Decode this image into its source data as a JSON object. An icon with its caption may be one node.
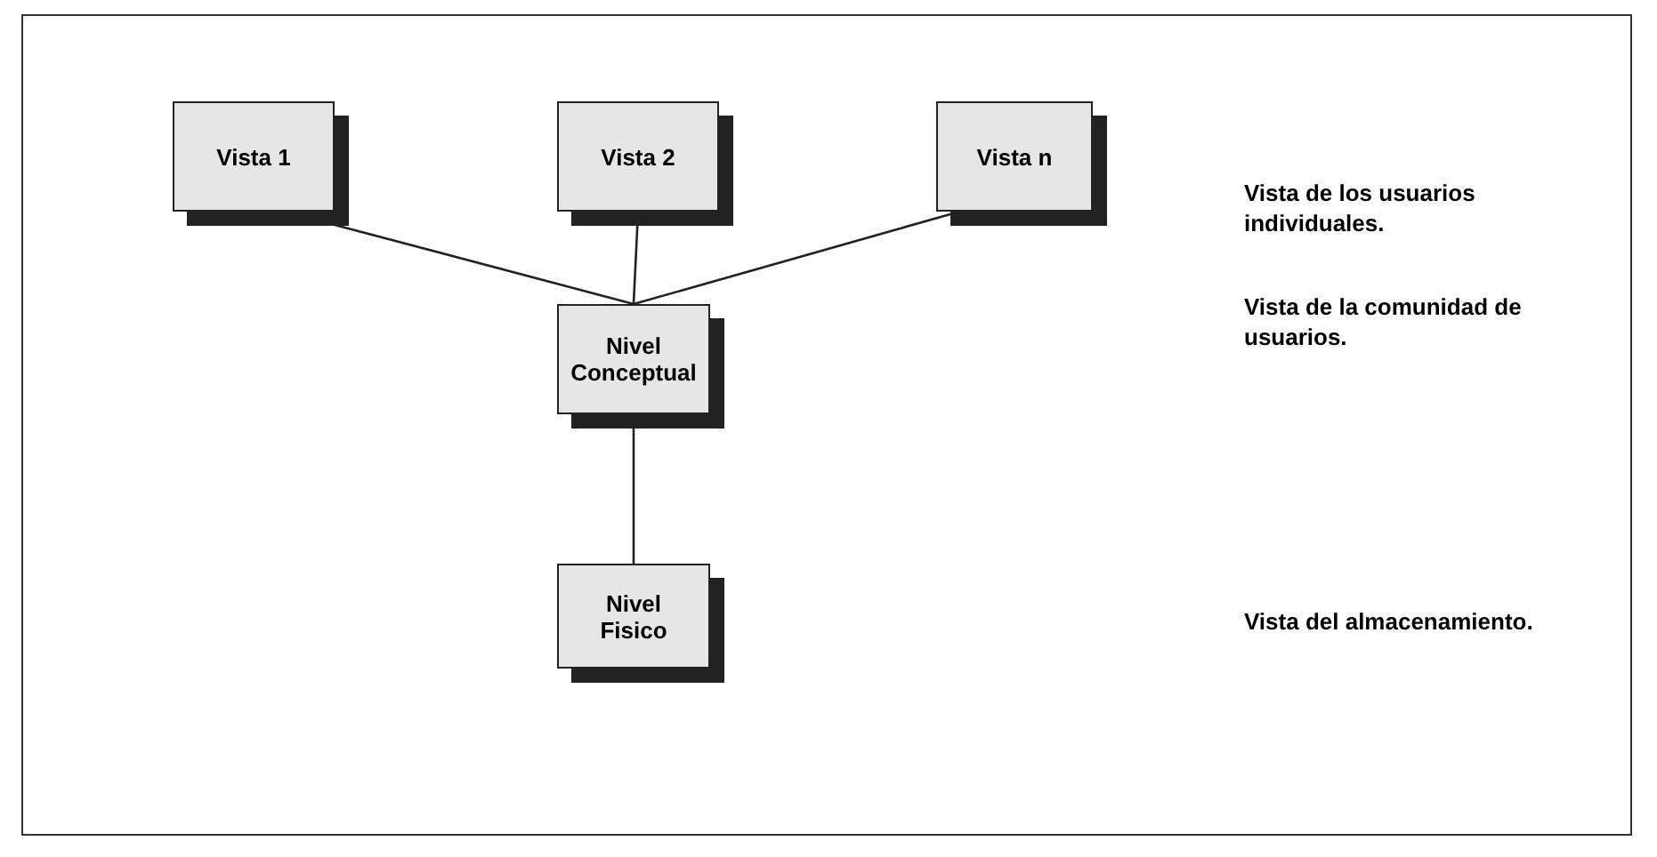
{
  "diagram": {
    "nodes": [
      {
        "text": [
          "Vista 1"
        ]
      },
      {
        "text": [
          "Vista 2"
        ]
      },
      {
        "text": [
          "Vista n"
        ]
      },
      {
        "text": [
          "Nivel Conceptual"
        ]
      },
      {
        "text": [
          "Nivel Fisico"
        ]
      }
    ],
    "edges": [
      {
        "from": 0,
        "to": 3,
        "arrow": "none"
      },
      {
        "from": 1,
        "to": 3,
        "arrow": "none"
      },
      {
        "from": 2,
        "to": 3,
        "arrow": "none"
      },
      {
        "from": 3,
        "to": 4,
        "arrow": "none"
      }
    ],
    "labels": [
      "Vista de los usuarios individuales.",
      "Vista de la comunidad de usuarios.",
      "Vista del almacenamiento."
    ]
  }
}
